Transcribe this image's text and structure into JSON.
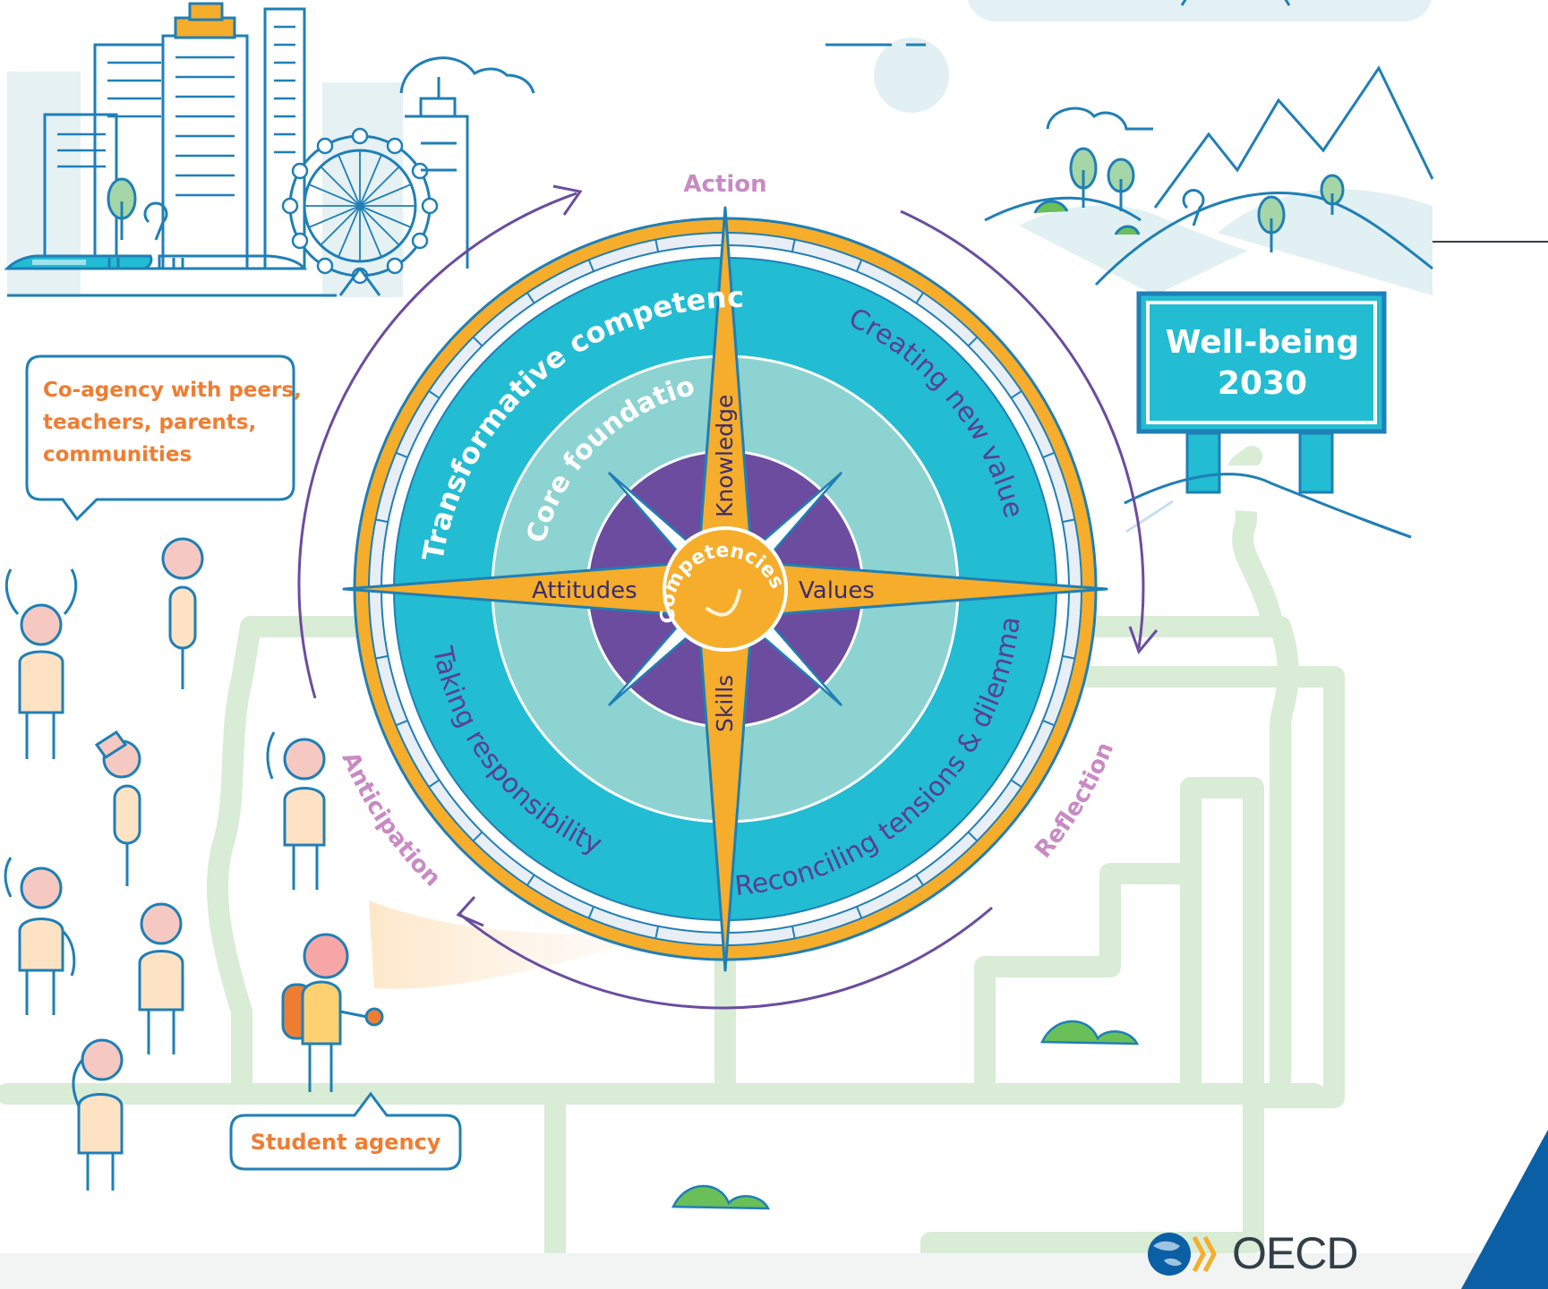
{
  "diagram": {
    "action_label": "Action",
    "reflection_label": "Reflection",
    "anticipation_label": "Anticipation",
    "outer_ring": {
      "transformative": "Transformative competencies",
      "creating": "Creating new value",
      "reconciling": "Reconciling tensions & dilemmas",
      "taking": "Taking responsibility"
    },
    "core_foundations": "Core foundations",
    "center": "Competencies",
    "points": {
      "north": "Knowledge",
      "south": "Skills",
      "west": "Attitudes",
      "east": "Values"
    }
  },
  "callouts": {
    "coagency_lines": [
      "Co-agency with peers,",
      "teachers, parents,",
      "communities"
    ],
    "student_agency": "Student agency"
  },
  "sign": {
    "line1": "Well-being",
    "line2": "2030"
  },
  "logo": {
    "text": "OECD"
  },
  "colors": {
    "orange_ring": "#f5ad2b",
    "teal": "#22bcd3",
    "light_teal": "#8dd3d2",
    "purple": "#6b4c9f",
    "arrow_purple": "#6b4c9f",
    "label_pink": "#c98ac4",
    "path_green": "#d8ecd6",
    "line_blue": "#1f7fb6",
    "callout_orange": "#ef7d31"
  }
}
